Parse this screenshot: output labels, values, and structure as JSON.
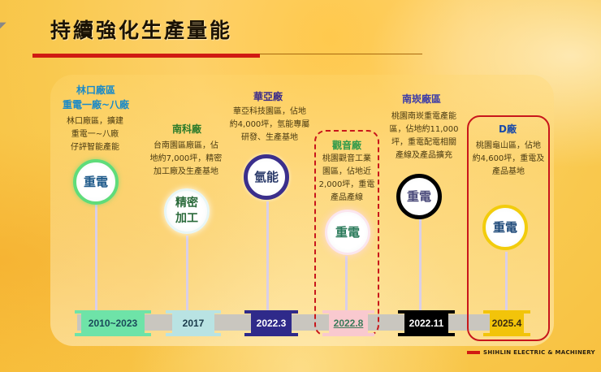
{
  "slide": {
    "title": "持續強化生產量能",
    "accent_color": "#d01a12"
  },
  "sites": [
    {
      "name": "林口廠區\n重電一廠~八廠",
      "description": "林口廠區，擴建\n重電一~八廠\n仔評智能產能",
      "circle_label": "重電",
      "circle_ring_color": "#5fdc7a",
      "date": "2010~2023",
      "date_bg": "#6ee3a8",
      "date_color": "#1a4a5a"
    },
    {
      "name": "南科廠",
      "description": "台南園區廠區，佔\n地約7,000坪，精密\n加工廠及生產基地",
      "circle_label": "精密\n加工",
      "circle_ring_color": "#e8f6f6",
      "date": "2017",
      "date_bg": "#b9e3e3",
      "date_color": "#1a3a4a"
    },
    {
      "name": "華亞廠",
      "description": "華亞科技園區，佔地\n約4,000坪，氫能專屬\n研發、生產基地",
      "circle_label": "氫能",
      "circle_ring_color": "#3b2f8c",
      "date": "2022.3",
      "date_bg": "#2f2a8a",
      "date_color": "#ffffff"
    },
    {
      "name": "觀音廠",
      "description": "桃園觀音工業\n園區，佔地近\n2,000坪，重電\n產品產線",
      "circle_label": "重電",
      "circle_ring_color": "#fbe6ee",
      "date": "2022.8",
      "date_bg": "#f9c9cf",
      "date_color": "#3a7a5a"
    },
    {
      "name": "南崁廠區",
      "description": "桃園南崁重電產能\n區，佔地約11,000\n坪，重電配電相關\n產線及產品擴充",
      "circle_label": "重電",
      "circle_ring_color": "#000000",
      "date": "2022.11",
      "date_bg": "#000000",
      "date_color": "#ffffff"
    },
    {
      "name": "D廠",
      "description": "桃園龜山區，佔地\n約4,600坪，重電及\n產品基地",
      "circle_label": "重電",
      "circle_ring_color": "#f2cc0c",
      "date": "2025.4",
      "date_bg": "#f2c40a",
      "date_color": "#3a2a10"
    }
  ],
  "footer": {
    "company_text": "SHIHLIN ELECTRIC & MACHINERY"
  }
}
